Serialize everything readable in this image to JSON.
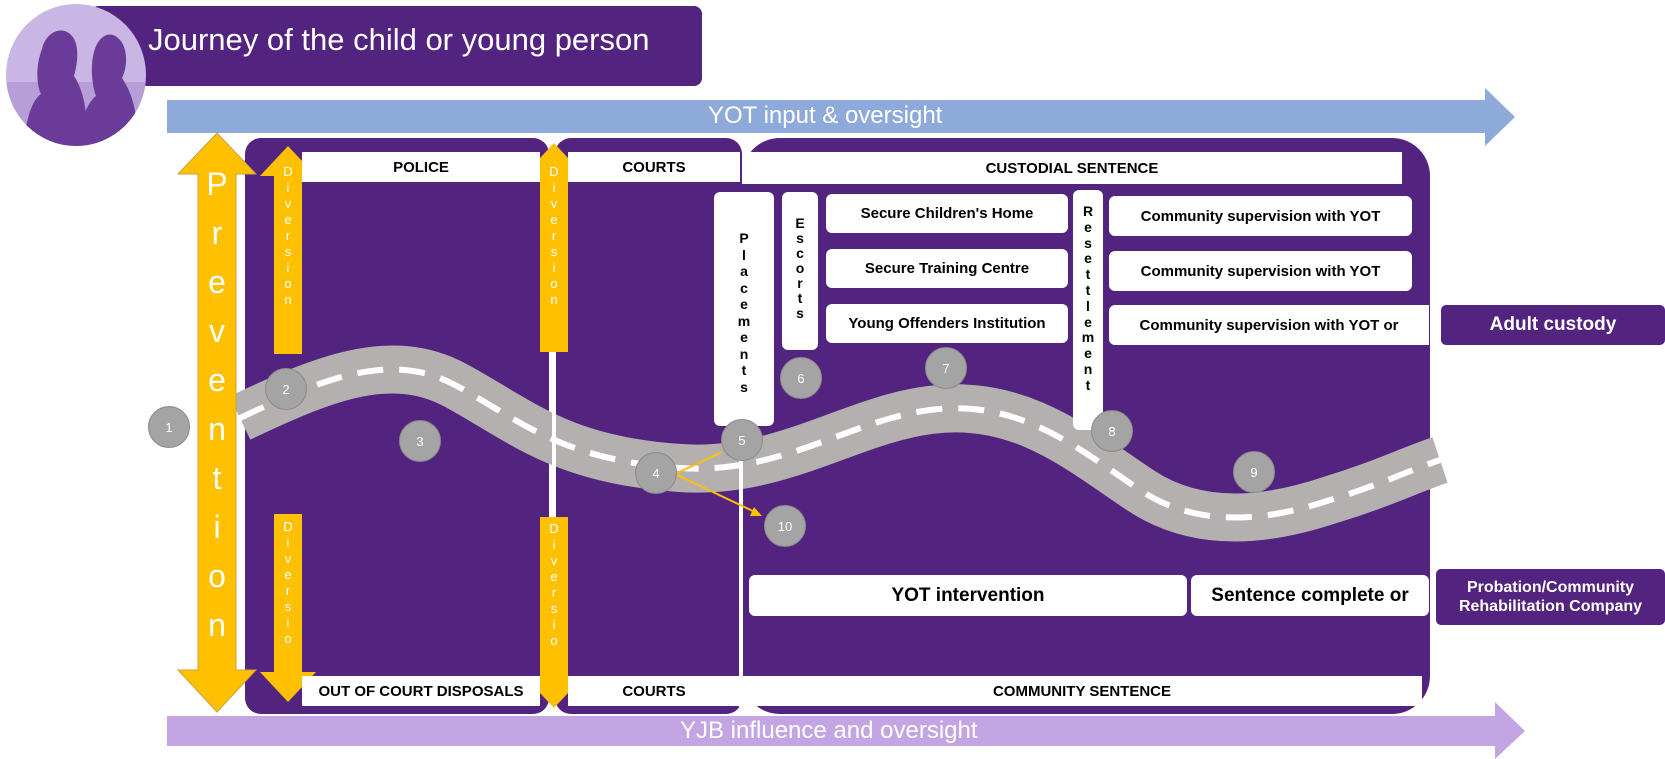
{
  "title": "Journey of the child or young person",
  "banners": {
    "top": "YOT input & oversight",
    "bottom": "YJB influence and oversight"
  },
  "prevention": "Prevention",
  "diversion_top": "Diversion",
  "diversion_bottom": "Diversio",
  "headers": {
    "police": "POLICE",
    "courts_top": "COURTS",
    "custodial": "CUSTODIAL SENTENCE",
    "out_of_court": "OUT OF COURT DISPOSALS",
    "courts_bottom": "COURTS",
    "community": "COMMUNITY SENTENCE"
  },
  "vertical_labels": {
    "placements": "Placements",
    "escorts": "Escorts",
    "resettlement": "Resettlement"
  },
  "custody_boxes": [
    "Secure Children's Home",
    "Secure Training Centre",
    "Young Offenders Institution"
  ],
  "supervision_boxes": [
    "Community supervision with YOT",
    "Community supervision with YOT",
    "Community supervision with YOT or"
  ],
  "adult_custody": "Adult custody",
  "yot_intervention": "YOT intervention",
  "sentence_complete": "Sentence complete or",
  "probation": "Probation/Community Rehabilitation Company",
  "steps": [
    "1",
    "2",
    "3",
    "4",
    "5",
    "6",
    "7",
    "8",
    "9",
    "10"
  ],
  "colors": {
    "purple": "#52237f",
    "banner_top": "#8eaadb",
    "banner_bottom": "#c3a5e3",
    "arrow_yellow": "#ffc000",
    "road": "#b4b0b0",
    "marker": "#a4a4a4"
  }
}
